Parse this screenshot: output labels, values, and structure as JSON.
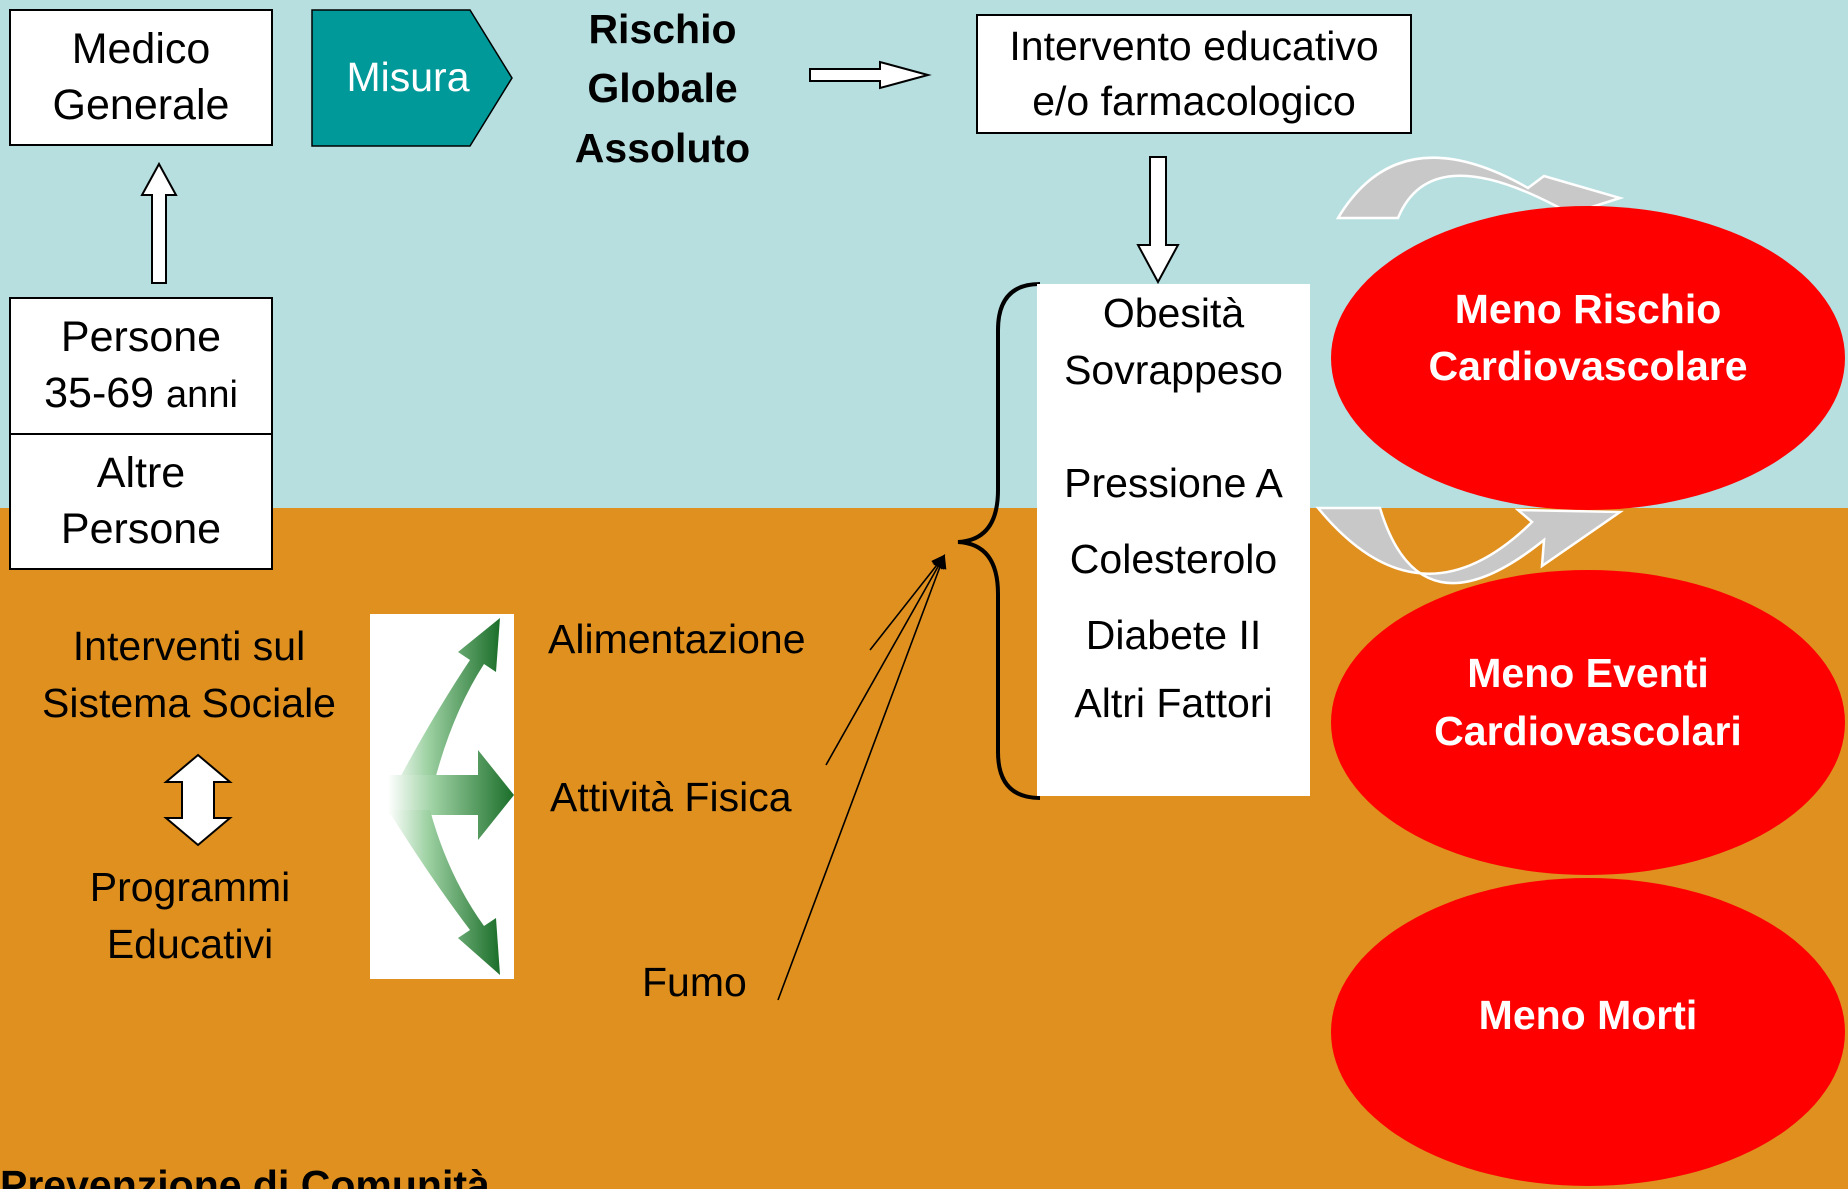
{
  "colors": {
    "top_background": "#b7dfe0",
    "bottom_background": "#e0901f",
    "misura_fill": "#009999",
    "outcome_red": "#ff0000",
    "arrow_gray": "#c8c8c8",
    "fan_green": "#2e7d32"
  },
  "nodes": {
    "medico": [
      "Medico",
      "Generale"
    ],
    "misura": "Misura",
    "rischio": [
      "Rischio",
      "Globale",
      "Assoluto"
    ],
    "intervento": [
      "Intervento educativo",
      "e/o farmacologico"
    ],
    "persone": {
      "line1": "Persone",
      "age": "35-69",
      "unit": "anni"
    },
    "altre": [
      "Altre",
      "Persone"
    ],
    "interventi_sociale": [
      "Interventi sul",
      "Sistema Sociale"
    ],
    "programmi": [
      "Programmi",
      "Educativi"
    ]
  },
  "lifestyle": [
    "Alimentazione",
    "Attività Fisica",
    "Fumo"
  ],
  "risk_factors": {
    "obesity": [
      "Obesità",
      "Sovrappeso"
    ],
    "others": [
      "Pressione A",
      "Colesterolo",
      "Diabete II",
      "Altri Fattori"
    ]
  },
  "outcomes": {
    "rischio_cv": [
      "Meno Rischio",
      "Cardiovascolare"
    ],
    "eventi_cv": [
      "Meno Eventi",
      "Cardiovascolari"
    ],
    "morti": "Meno Morti"
  },
  "footer": "Prevenzione di Comunità"
}
